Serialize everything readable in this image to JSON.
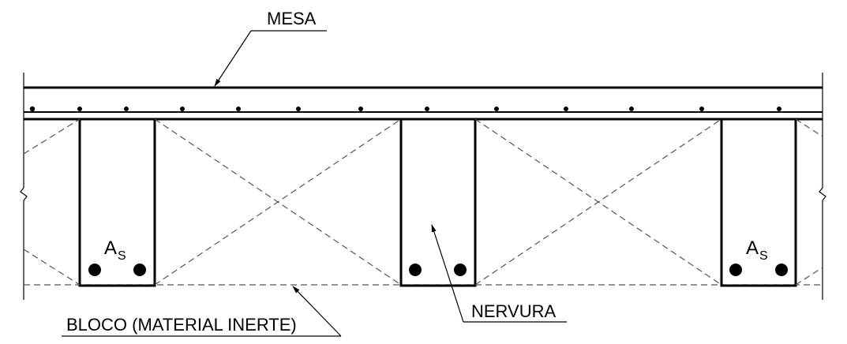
{
  "labels": {
    "mesa": "MESA",
    "nervura": "NERVURA",
    "bloco": "BLOCO (MATERIAL INERTE)",
    "as_main": "A",
    "as_sub": "S"
  },
  "colors": {
    "line": "#000000",
    "dashed": "#555555"
  }
}
